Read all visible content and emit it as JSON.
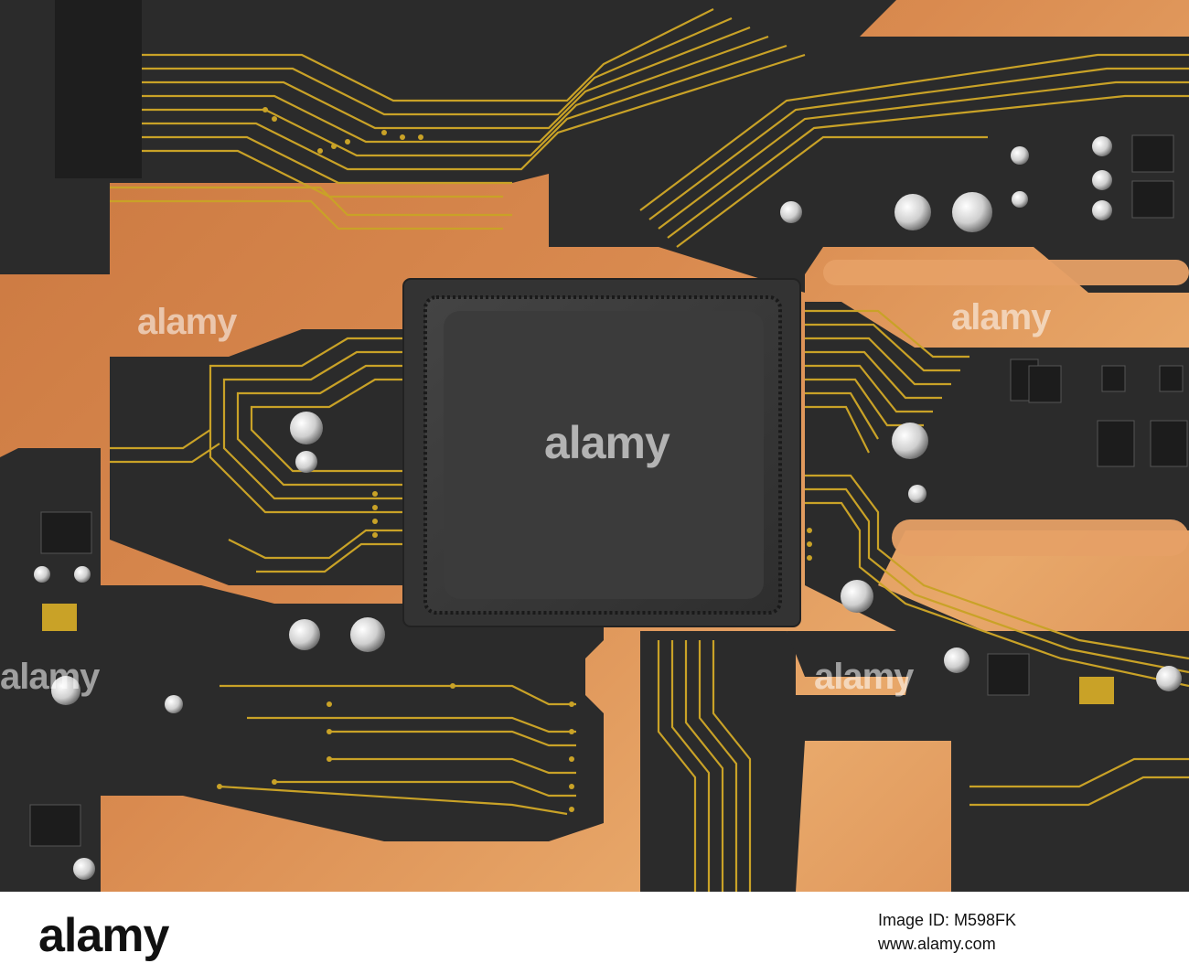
{
  "watermarks": {
    "left": "alamy",
    "right": "alamy",
    "center": "alamy",
    "bottom_right": "alamy",
    "bottom_left": "alamy"
  },
  "footer": {
    "logo": "alamy",
    "image_id_line": "Image ID: M598FK",
    "site_line": "www.alamy.com"
  },
  "colors": {
    "board_copper": "#d4834a",
    "solder_mask": "#2a2a2a",
    "trace_gold": "#c9a227",
    "chip": "#3a3a3a"
  }
}
